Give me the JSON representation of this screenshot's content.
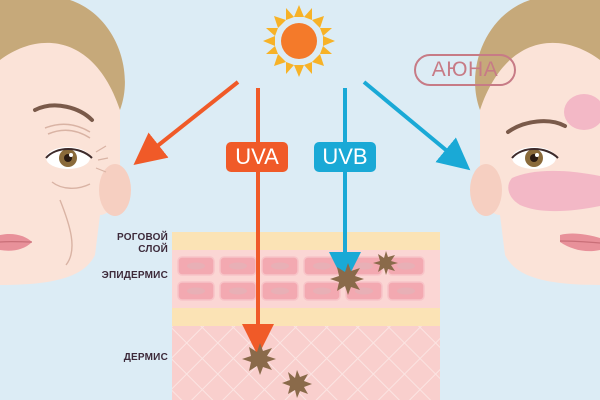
{
  "brand": {
    "logo_text": "АЮНА"
  },
  "rays": {
    "uva": {
      "label": "UVA",
      "color": "#f05a28"
    },
    "uvb": {
      "label": "UVB",
      "color": "#1aa9d6"
    }
  },
  "layers": {
    "stratum": {
      "line1": "РОГОВОЙ",
      "line2": "СЛОЙ"
    },
    "epidermis": "ЭПИДЕРМИС",
    "dermis": "ДЕРМИС"
  },
  "colors": {
    "background": "#dcecf5",
    "sun": "#f47a2a",
    "sun_rays": "#f7b227",
    "skin": "#fbe3d8",
    "hair": "#c6a97a",
    "stratum": "#fbe3b5",
    "epidermis": "#fbd6d4",
    "cell": "#f3a9b1",
    "dermis": "#f9cfcd",
    "damage": "#8a6a4a",
    "pigment_spot": "#f3b8c6",
    "logo": "#c77b86"
  },
  "icons": [
    "sun-icon",
    "damage-spot-icon",
    "arrow-icon"
  ]
}
